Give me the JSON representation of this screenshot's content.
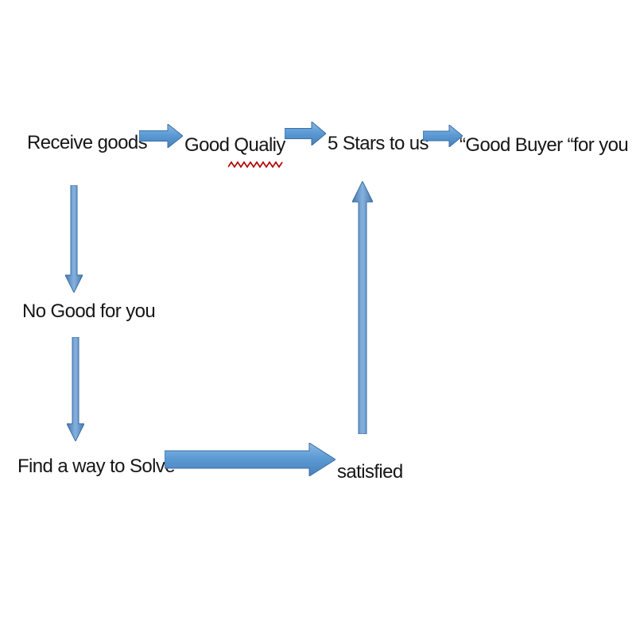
{
  "palette": {
    "background": "#ffffff",
    "text": "#161616",
    "arrow_fill": "#5b9bd5",
    "arrow_fill_light": "#8fb8e0",
    "arrow_fill_dark": "#4a80ba",
    "arrow_border": "#3d6da3",
    "squiggle": "#b00000"
  },
  "flowchart": {
    "nodes": {
      "receive_goods": {
        "label": "Receive goods"
      },
      "good_quality": {
        "prefix": "Good ",
        "misspelled": "Qualiy"
      },
      "five_stars": {
        "label": "5 Stars to us"
      },
      "good_buyer": {
        "label": "“Good Buyer “for you"
      },
      "no_good": {
        "label": "No Good for you"
      },
      "find_solve": {
        "label": "Find a way to Solve"
      },
      "satisfied": {
        "label": "satisfied"
      }
    },
    "edges": [
      {
        "from": "receive_goods",
        "to": "good_quality",
        "direction": "right"
      },
      {
        "from": "good_quality",
        "to": "five_stars",
        "direction": "right"
      },
      {
        "from": "five_stars",
        "to": "good_buyer",
        "direction": "right"
      },
      {
        "from": "receive_goods",
        "to": "no_good",
        "direction": "down"
      },
      {
        "from": "no_good",
        "to": "find_solve",
        "direction": "down"
      },
      {
        "from": "find_solve",
        "to": "satisfied",
        "direction": "right"
      },
      {
        "from": "satisfied",
        "to": "five_stars",
        "direction": "up"
      }
    ],
    "annotations": {
      "spellcheck": {
        "word": "Qualiy",
        "style": "red-wavy-underline"
      }
    }
  }
}
